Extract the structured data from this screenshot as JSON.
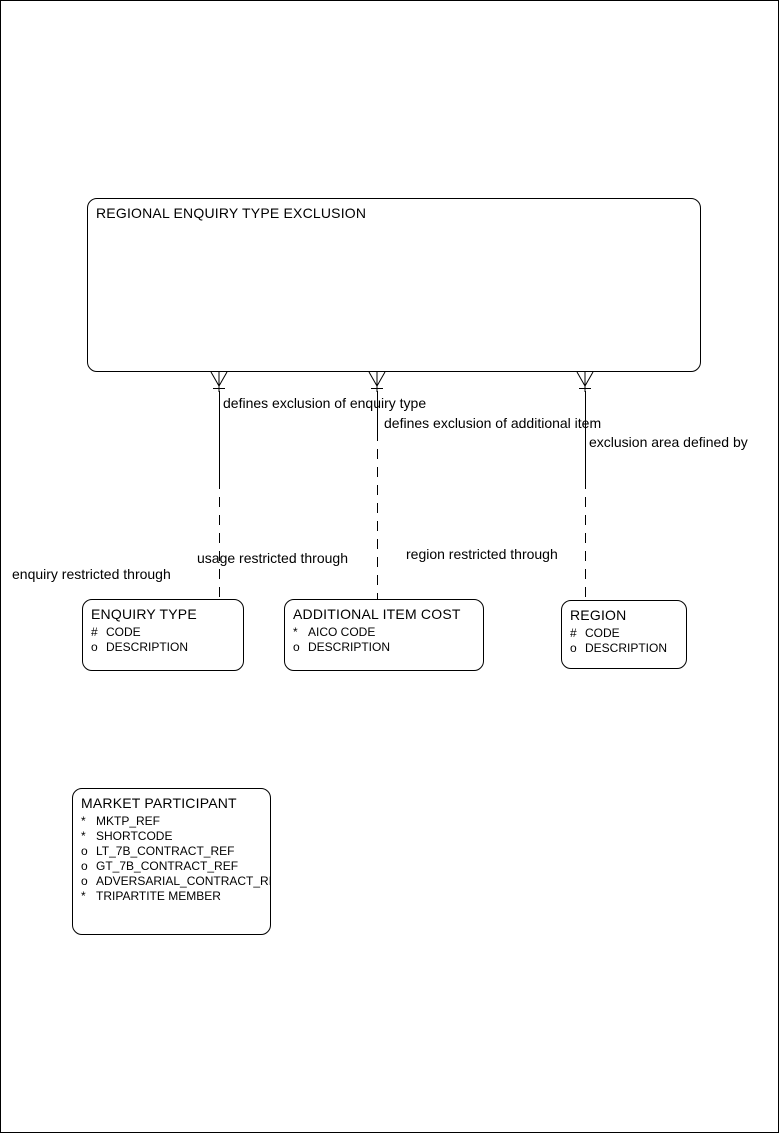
{
  "page": {
    "background_color": "#ffffff",
    "line_color": "#000000"
  },
  "diagram": {
    "parent_entity": {
      "name": "REGIONAL ENQUIRY TYPE EXCLUSION"
    },
    "relationship_labels": {
      "defines_exclusion_enquiry_type": "defines exclusion of enquiry type",
      "defines_exclusion_additional_item": "defines exclusion of additional item",
      "exclusion_area_defined_by": "exclusion area defined by",
      "usage_restricted_through": "usage restricted through",
      "region_restricted_through": "region restricted through",
      "enquiry_restricted_through": "enquiry restricted through"
    },
    "entities": [
      {
        "name": "ENQUIRY TYPE",
        "attributes": [
          {
            "prefix": "#",
            "name": "CODE"
          },
          {
            "prefix": "o",
            "name": "DESCRIPTION"
          }
        ]
      },
      {
        "name": "ADDITIONAL ITEM COST",
        "attributes": [
          {
            "prefix": "*",
            "name": "AICO CODE"
          },
          {
            "prefix": "o",
            "name": "DESCRIPTION"
          }
        ]
      },
      {
        "name": "REGION",
        "attributes": [
          {
            "prefix": "#",
            "name": "CODE"
          },
          {
            "prefix": "o",
            "name": "DESCRIPTION"
          }
        ]
      },
      {
        "name": "MARKET PARTICIPANT",
        "attributes": [
          {
            "prefix": "*",
            "name": "MKTP_REF"
          },
          {
            "prefix": "*",
            "name": "SHORTCODE"
          },
          {
            "prefix": "o",
            "name": "LT_7B_CONTRACT_REF"
          },
          {
            "prefix": "o",
            "name": "GT_7B_CONTRACT_REF"
          },
          {
            "prefix": "o",
            "name": "ADVERSARIAL_CONTRACT_REF"
          },
          {
            "prefix": "*",
            "name": "TRIPARTITE MEMBER"
          }
        ]
      }
    ]
  }
}
